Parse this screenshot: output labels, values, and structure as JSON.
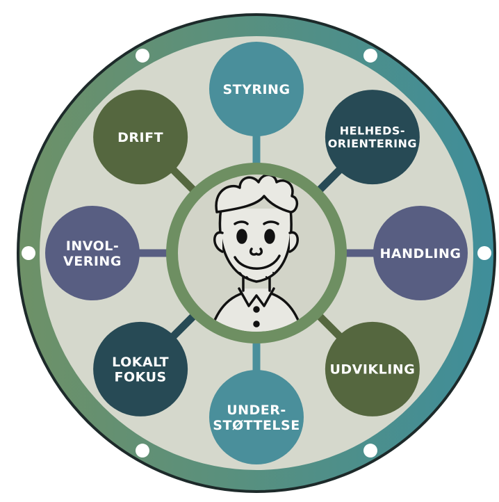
{
  "colors": {
    "rim_gradient_start": "#6e9167",
    "rim_gradient_end": "#3f8e9a",
    "rim_edge": "#1d2a2a",
    "inner_disc": "#d5d8cc",
    "hub_ring": "#6e8f62",
    "hub_fill": "#d2d4c8",
    "rim_dot": "#ffffff"
  },
  "nodes": [
    {
      "id": "styring",
      "lines": [
        "STYRING"
      ],
      "color": "#4a8f9b"
    },
    {
      "id": "helhedsorientering",
      "lines": [
        "HELHEDS-",
        "ORIENTERING"
      ],
      "color": "#274a55"
    },
    {
      "id": "handling",
      "lines": [
        "HANDLING"
      ],
      "color": "#585e82"
    },
    {
      "id": "udvikling",
      "lines": [
        "UDVIKLING"
      ],
      "color": "#55673f"
    },
    {
      "id": "understottelse",
      "lines": [
        "UNDER-",
        "STØTTELSE"
      ],
      "color": "#4a8f9b"
    },
    {
      "id": "lokalt-fokus",
      "lines": [
        "LOKALT",
        "FOKUS"
      ],
      "color": "#274a55"
    },
    {
      "id": "involvering",
      "lines": [
        "INVOL-",
        "VERING"
      ],
      "color": "#585e82"
    },
    {
      "id": "drift",
      "lines": [
        "DRIFT"
      ],
      "color": "#55673f"
    }
  ],
  "center_icon": "smiling-man-icon"
}
